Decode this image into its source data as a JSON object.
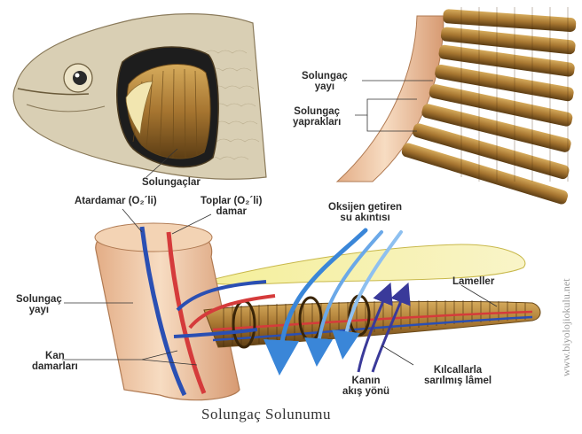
{
  "labels": {
    "solungaclar": "Solungaçlar",
    "arc_top": [
      "Solungaç",
      "yayı"
    ],
    "filaments_top": [
      "Solungaç",
      "yaprakları"
    ],
    "artery": "Atardamar (O₂´li)",
    "vein": [
      "Toplar (O₂´li)",
      "damar"
    ],
    "water_flow": [
      "Oksijen getiren",
      "su akıntısı"
    ],
    "arc_bottom": [
      "Solungaç",
      "yayı"
    ],
    "lameller": "Lameller",
    "vessels": [
      "Kan",
      "damarları"
    ],
    "blood_flow": [
      "Kanın",
      "akış yönü"
    ],
    "capillary": [
      "Kılcallarla",
      "sarılmış lâmel"
    ]
  },
  "caption": "Solungaç Solunumu",
  "watermark": "www.biyolojiokulu.net",
  "colors": {
    "arch": "#f0c9a6",
    "filament": "#b88a3f",
    "filament_dark": "#5c3d14",
    "artery": "#2a4fb3",
    "vein": "#d53b3b",
    "water": "#3a86d8",
    "lamella": "#f2e98c",
    "fish_skin": "#d9cfb4"
  }
}
